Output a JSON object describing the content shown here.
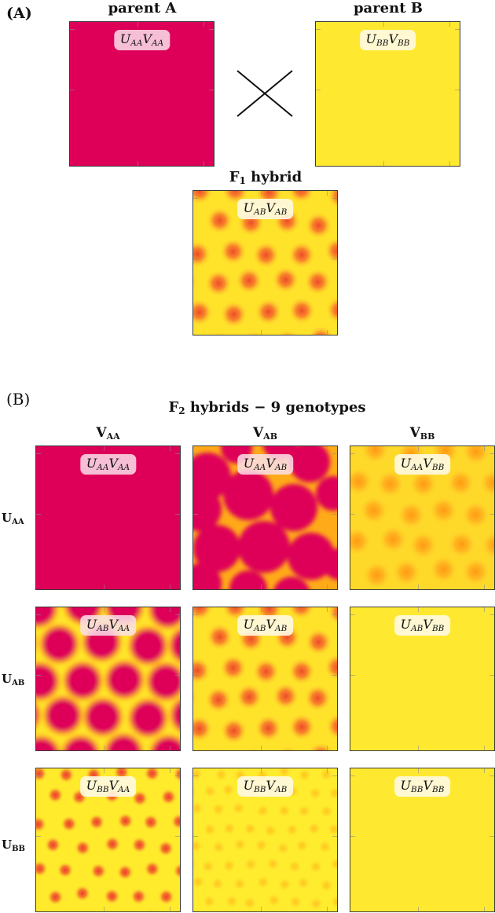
{
  "colors": {
    "magenta": "#DE0058",
    "yellow": "#FFE930",
    "spot_orange": "#F2552A",
    "light_orange": "#FFB020",
    "badge_pink": "#F8D7E5",
    "badge_cream": "#FFF8E0"
  },
  "panelA": {
    "label": "(A)",
    "parentA": {
      "title": "parent A",
      "genotype": {
        "u": "U",
        "u_sub": "AA",
        "v": "V",
        "v_sub": "AA"
      },
      "pattern": "uniform-magenta"
    },
    "parentB": {
      "title": "parent B",
      "genotype": {
        "u": "U",
        "u_sub": "BB",
        "v": "V",
        "v_sub": "BB"
      },
      "pattern": "uniform-yellow"
    },
    "cross_symbol": "×",
    "f1": {
      "title_main": "F",
      "title_sub": "1",
      "title_rest": " hybrid",
      "genotype": {
        "u": "U",
        "u_sub": "AB",
        "v": "V",
        "v_sub": "AB"
      },
      "pattern": "orange-spots-on-yellow"
    }
  },
  "panelB": {
    "label": "(B)",
    "title_main": "F",
    "title_sub": "2",
    "title_rest": " hybrids − 9 genotypes",
    "columns": [
      {
        "main": "V",
        "sub": "AA"
      },
      {
        "main": "V",
        "sub": "AB"
      },
      {
        "main": "V",
        "sub": "BB"
      }
    ],
    "rows": [
      {
        "main": "U",
        "sub": "AA"
      },
      {
        "main": "U",
        "sub": "AB"
      },
      {
        "main": "U",
        "sub": "BB"
      }
    ],
    "grid": [
      [
        {
          "u_sub": "AA",
          "v_sub": "AA",
          "pattern": "uniform-magenta"
        },
        {
          "u_sub": "AA",
          "v_sub": "AB",
          "pattern": "magenta-labyrinth"
        },
        {
          "u_sub": "AA",
          "v_sub": "BB",
          "pattern": "faint-orange-spots"
        }
      ],
      [
        {
          "u_sub": "AB",
          "v_sub": "AA",
          "pattern": "magenta-spots-on-yellow"
        },
        {
          "u_sub": "AB",
          "v_sub": "AB",
          "pattern": "orange-spots-on-yellow"
        },
        {
          "u_sub": "AB",
          "v_sub": "BB",
          "pattern": "uniform-yellow"
        }
      ],
      [
        {
          "u_sub": "BB",
          "v_sub": "AA",
          "pattern": "small-red-spots"
        },
        {
          "u_sub": "BB",
          "v_sub": "AB",
          "pattern": "very-faint-spots"
        },
        {
          "u_sub": "BB",
          "v_sub": "BB",
          "pattern": "uniform-yellow"
        }
      ]
    ]
  }
}
